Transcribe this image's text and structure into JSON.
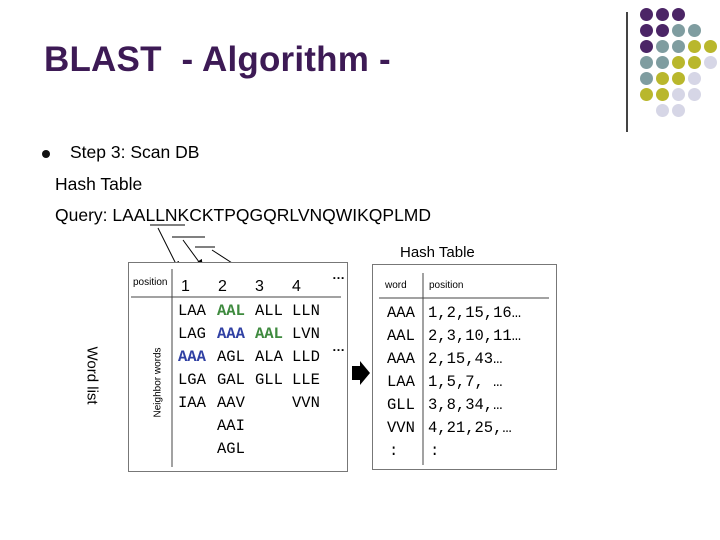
{
  "title": "BLAST  - Algorithm -",
  "bullet_text": "Step 3: Scan DB",
  "hash_table_line": "Hash Table",
  "query_line": "Query: LAALLNKCKTPQGQRLVNQWIKQPLMD",
  "right_table_title": "Hash Table",
  "word_list_label": "Word list",
  "neighbor_words_label": "Neighbor words",
  "position_label": "position",
  "left_table": {
    "columns": [
      "1",
      "2",
      "3",
      "4"
    ],
    "ellipsis_top": "…",
    "ellipsis_mid": "…",
    "rows": [
      [
        "LAA",
        "AAL",
        "ALL",
        "LLN"
      ],
      [
        "LAG",
        "AAA",
        "AAL",
        "LVN"
      ],
      [
        "AAA",
        "AGL",
        "ALA",
        "LLD"
      ],
      [
        "LGA",
        "GAL",
        "GLL",
        "LLE"
      ],
      [
        "IAA",
        "AAV",
        "",
        "VVN"
      ],
      [
        "",
        "AAI",
        "",
        ""
      ],
      [
        "",
        "AGL",
        "",
        ""
      ]
    ]
  },
  "right_table": {
    "headers": [
      "word",
      "position"
    ],
    "rows": [
      [
        "AAA",
        "1,2,15,16…"
      ],
      [
        "AAL",
        "2,3,10,11…"
      ],
      [
        "AAA",
        "2,15,43…"
      ],
      [
        "LAA",
        "1,5,7, …"
      ],
      [
        "GLL",
        "3,8,34,…"
      ],
      [
        "VVN",
        "4,21,25,…"
      ],
      [
        ":",
        ":"
      ]
    ]
  },
  "colors": {
    "title": "#3d1a55",
    "purple": "#4b2566",
    "teal": "#7f9da0",
    "olive": "#b9b72c",
    "lavender": "#d6d6e6",
    "green_highlight": "#3e8a3e",
    "blue_highlight": "#2f3fa3"
  }
}
